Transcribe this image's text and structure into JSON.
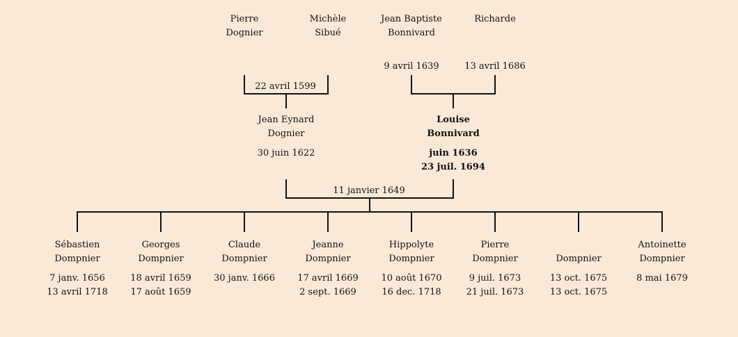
{
  "grandparents": [
    {
      "first": "Pierre",
      "last": "Dognier",
      "birth": "",
      "death": ""
    },
    {
      "first": "Michèle",
      "last": "Sibué",
      "birth": "",
      "death": ""
    },
    {
      "first": "Jean Baptiste",
      "last": "Bonnivard",
      "birth": "9 avril 1639",
      "death": ""
    },
    {
      "first": "Richarde",
      "last": "",
      "birth": "13 avril 1686",
      "death": ""
    }
  ],
  "grandparent_marriages": [
    {
      "date": "22 avril 1599"
    },
    {
      "date": ""
    }
  ],
  "parents": [
    {
      "first": "Jean Eynard",
      "last": "Dognier",
      "birth": "30 juin 1622",
      "death": ""
    },
    {
      "first": "Louise",
      "last": "Bonnivard",
      "birth": "juin 1636",
      "death": "23 juil. 1694",
      "highlight": true
    }
  ],
  "parent_marriage": {
    "date": "11 janvier 1649"
  },
  "children": [
    {
      "first": "Sébastien",
      "last": "Dompnier",
      "birth": "7 janv. 1656",
      "death": "13 avril 1718"
    },
    {
      "first": "Georges",
      "last": "Dompnier",
      "birth": "18 avril 1659",
      "death": "17 août 1659"
    },
    {
      "first": "Claude",
      "last": "Dompnier",
      "birth": "30 janv. 1666",
      "death": ""
    },
    {
      "first": "Jeanne",
      "last": "Dompnier",
      "birth": "17 avril 1669",
      "death": "2 sept. 1669"
    },
    {
      "first": "Hippolyte",
      "last": "Dompnier",
      "birth": "10 août 1670",
      "death": "16 dec. 1718"
    },
    {
      "first": "Pierre",
      "last": "Dompnier",
      "birth": "9 juil. 1673",
      "death": "21 juil. 1673"
    },
    {
      "first": "",
      "last": "Dompnier",
      "birth": "13 oct. 1675",
      "death": "13 oct. 1675"
    },
    {
      "first": "Antoinette",
      "last": "Dompnier",
      "birth": "8 mai 1679",
      "death": ""
    }
  ],
  "colors": {
    "background": "#fbe9d7",
    "line": "#111111"
  }
}
